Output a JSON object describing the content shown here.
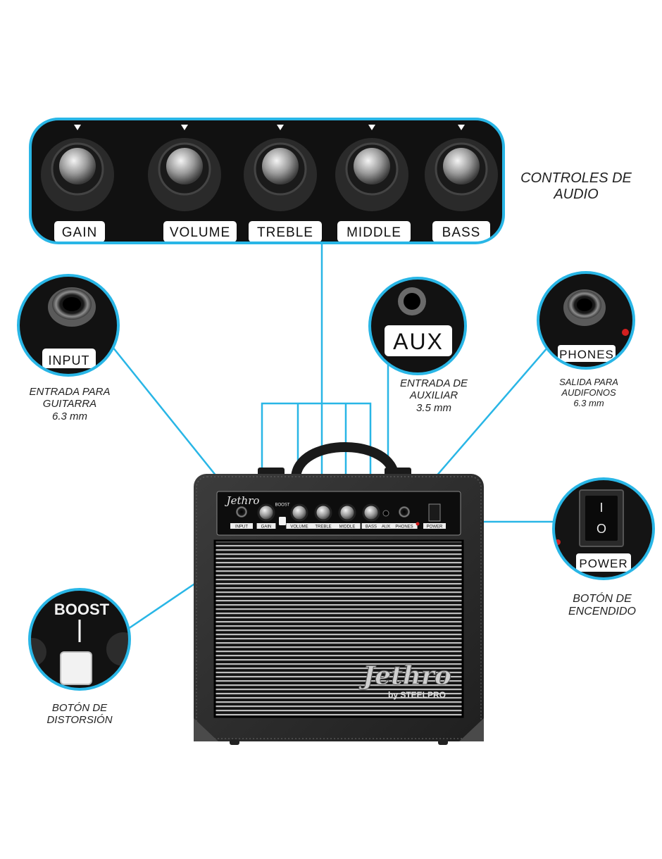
{
  "colors": {
    "callout_line": "#29b6e6",
    "amp_body": "#2a2a2a",
    "grille": "#1a1a1a",
    "knob_face": "#c8c8c8",
    "label_bg": "#ffffff"
  },
  "knob_panel": {
    "labels": [
      "GAIN",
      "VOLUME",
      "TREBLE",
      "MIDDLE",
      "BASS"
    ]
  },
  "captions": {
    "audio_controls": [
      "CONTROLES DE",
      "AUDIO"
    ],
    "guitar_input": [
      "ENTRADA PARA",
      "GUITARRA",
      "6.3 mm"
    ],
    "aux_input": [
      "ENTRADA DE",
      "AUXILIAR",
      "3.5 mm"
    ],
    "headphones_output": [
      "SALIDA PARA",
      "AUDIFONOS",
      "6.3 mm"
    ],
    "power_button": [
      "BOTÓN DE",
      "ENCENDIDO"
    ],
    "distortion_button": [
      "BOTÓN DE",
      "DISTORSIÓN"
    ]
  },
  "callouts": {
    "input_label": "INPUT",
    "aux_label": "AUX",
    "phones_label": "PHONES",
    "power_label": "POWER",
    "boost_label": "BOOST",
    "switch_off": "O",
    "switch_on": "I"
  },
  "amp": {
    "brand_script": "Jethro",
    "brand_sub": "by STEELPRO",
    "panel_labels": [
      "INPUT",
      "GAIN",
      "BOOST",
      "VOLUME",
      "TREBLE",
      "MIDDLE",
      "BASS",
      "AUX",
      "PHONES",
      "POWER"
    ]
  }
}
